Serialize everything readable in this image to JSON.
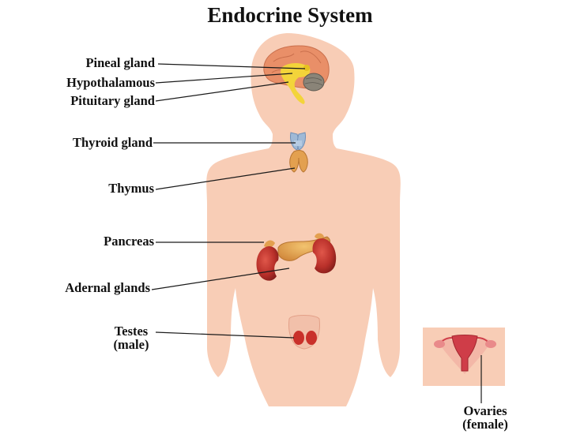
{
  "title": "Endocrine System",
  "labels": {
    "pineal": "Pineal gland",
    "hypothalamus": "Hypothalamous",
    "pituitary": "Pituitary gland",
    "thyroid": "Thyroid gland",
    "thymus": "Thymus",
    "pancreas": "Pancreas",
    "adrenal": "Adernal glands",
    "testes_line1": "Testes",
    "testes_line2": "(male)",
    "ovaries_line1": "Ovaries",
    "ovaries_line2": "(female)"
  },
  "colors": {
    "skin": "#f8cdb6",
    "brain": "#e98f68",
    "hypothalamus": "#f3d43a",
    "cerebellum": "#8a8478",
    "thyroid": "#9fb9d6",
    "gland_orange": "#e3a04f",
    "kidney": "#b9302a",
    "leader_line": "#1a1a1a"
  }
}
